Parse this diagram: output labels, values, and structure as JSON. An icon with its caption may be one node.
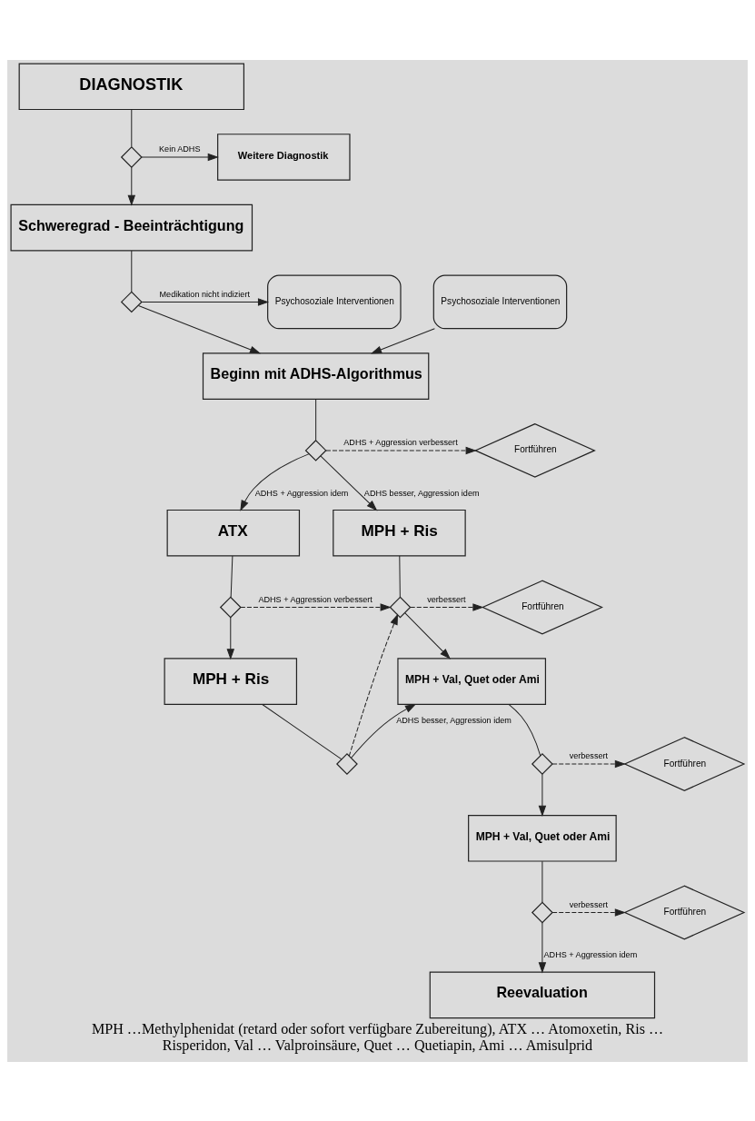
{
  "diagram": {
    "caption": "MPH …Methylphenidat (retard oder sofort verfügbare Zubereitung), ATX … Atomoxetin, Ris … Risperidon, Val … Valproinsäure, Quet … Quetiapin, Ami … Amisulprid",
    "nodes": [
      {
        "text": [
          "DIAGNOSTIK"
        ]
      },
      {
        "text": [],
        "shape": "diamond"
      },
      {
        "text": [
          "Weitere Diagnostik"
        ]
      },
      {
        "text": [
          "Schweregrad - Beeinträchtigung"
        ]
      },
      {
        "text": [
          "Psychosoziale Interventionen"
        ]
      },
      {
        "text": [],
        "shape": "diamond"
      },
      {
        "text": [
          "Psychosoziale Interventionen"
        ]
      },
      {
        "text": [
          "Beginn mit ADHS-Algorithmus"
        ]
      },
      {
        "text": [],
        "shape": "diamond"
      },
      {
        "text": [
          "Fortführen"
        ]
      },
      {
        "text": [
          "ATX"
        ]
      },
      {
        "text": [
          "MPH + Ris"
        ]
      },
      {
        "text": [],
        "shape": "diamond"
      },
      {
        "text": [],
        "shape": "diamond"
      },
      {
        "text": [
          "Fortführen"
        ]
      },
      {
        "text": [
          "MPH + Ris"
        ]
      },
      {
        "text": [
          "MPH + Val, Quet oder Ami"
        ]
      },
      {
        "text": [],
        "shape": "diamond"
      },
      {
        "text": [],
        "shape": "diamond"
      },
      {
        "text": [
          "Fortführen"
        ]
      },
      {
        "text": [
          "MPH + Val, Quet oder Ami"
        ]
      },
      {
        "text": [],
        "shape": "diamond"
      },
      {
        "text": [
          "Fortführen"
        ]
      },
      {
        "text": [
          "Reevaluation"
        ]
      }
    ],
    "edges": [
      {
        "from": 0,
        "to": 1,
        "arrow": "none"
      },
      {
        "from": 1,
        "to": 2,
        "arrow": "to",
        "label": "Kein ADHS"
      },
      {
        "from": 1,
        "to": 3,
        "arrow": "to"
      },
      {
        "from": 3,
        "to": 5,
        "arrow": "none"
      },
      {
        "from": 5,
        "to": 6,
        "arrow": "to",
        "label": "Medikation nicht indiziert"
      },
      {
        "from": 4,
        "to": 7,
        "arrow": "to"
      },
      {
        "from": 5,
        "to": 7,
        "arrow": "to"
      },
      {
        "from": 7,
        "to": 8,
        "arrow": "none"
      },
      {
        "from": 8,
        "to": 9,
        "arrow": "to",
        "label": "ADHS + Aggression verbessert",
        "style": "dashed"
      },
      {
        "from": 8,
        "to": 10,
        "arrow": "to",
        "label": "ADHS + Aggression idem"
      },
      {
        "from": 8,
        "to": 11,
        "arrow": "to",
        "label": "ADHS besser, Aggression idem"
      },
      {
        "from": 10,
        "to": 12,
        "arrow": "none"
      },
      {
        "from": 11,
        "to": 13,
        "arrow": "none"
      },
      {
        "from": 12,
        "to": 13,
        "arrow": "to",
        "label": "ADHS + Aggression verbessert",
        "style": "dashed"
      },
      {
        "from": 13,
        "to": 14,
        "arrow": "to",
        "label": "verbessert",
        "style": "dashed"
      },
      {
        "from": 12,
        "to": 15,
        "arrow": "to"
      },
      {
        "from": 13,
        "to": 16,
        "arrow": "to"
      },
      {
        "from": 15,
        "to": 17,
        "arrow": "none"
      },
      {
        "from": 17,
        "to": 13,
        "arrow": "to",
        "style": "dashed"
      },
      {
        "from": 17,
        "to": 16,
        "arrow": "to",
        "label": "ADHS besser, Aggression idem"
      },
      {
        "from": 16,
        "to": 18,
        "arrow": "none"
      },
      {
        "from": 18,
        "to": 19,
        "arrow": "to",
        "label": "verbessert",
        "style": "dashed"
      },
      {
        "from": 18,
        "to": 20,
        "arrow": "to"
      },
      {
        "from": 20,
        "to": 21,
        "arrow": "none"
      },
      {
        "from": 21,
        "to": 22,
        "arrow": "to",
        "label": "verbessert",
        "style": "dashed"
      },
      {
        "from": 21,
        "to": 23,
        "arrow": "to",
        "label": "ADHS + Aggression idem"
      }
    ]
  }
}
